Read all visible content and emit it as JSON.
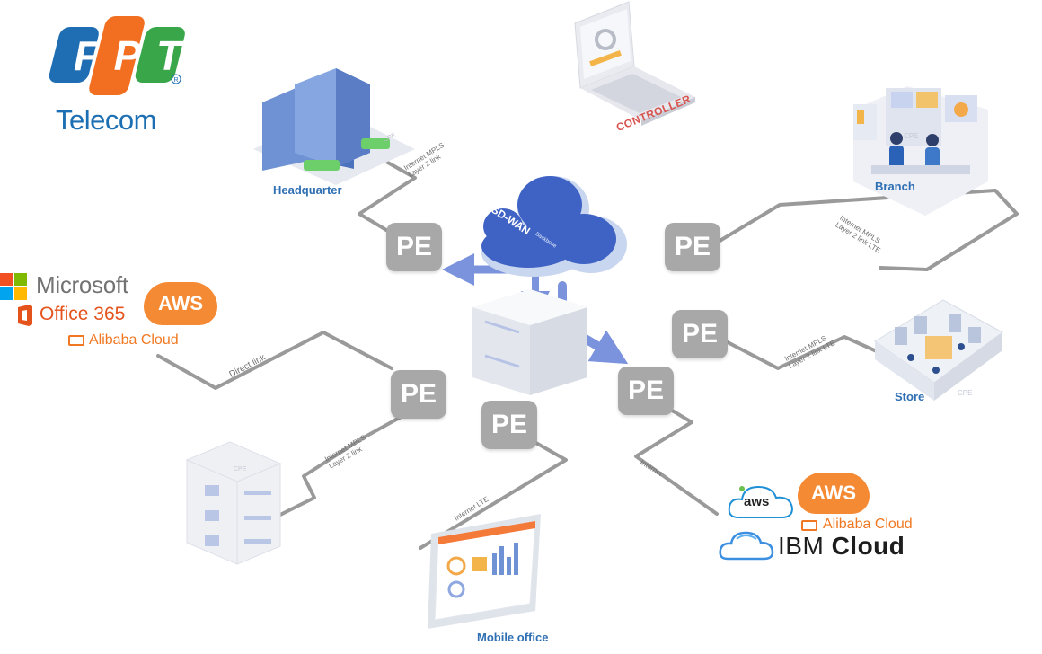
{
  "brand": {
    "logo_letters": "FPT",
    "name": "Telecom",
    "registered": "®"
  },
  "cloud": {
    "title": "SD-WAN",
    "subtitle": "Backbone"
  },
  "nodes": {
    "headquarter": "Headquarter",
    "controller": "CONTROLLER",
    "branch": "Branch",
    "store": "Store",
    "mobile_office": "Mobile office"
  },
  "cpe_label": "CPE",
  "pe_label": "PE",
  "links": {
    "headquarter": [
      "Internet MPLS",
      "Layer 2 link"
    ],
    "branch": [
      "Internet MPLS",
      "Layer 2 link LTE"
    ],
    "store": [
      "Internet MPLS",
      "Layer 2 link LTE"
    ],
    "left_cpe": [
      "Internet MPLS",
      "Layer 2 link"
    ],
    "direct": [
      "Direct link"
    ],
    "mobile": [
      "Internet  LTE"
    ],
    "internet": [
      "Internet"
    ]
  },
  "providers_left": {
    "microsoft": "Microsoft",
    "office365": "Office 365",
    "aws": "AWS",
    "alibaba": "Alibaba Cloud"
  },
  "providers_right": {
    "aws_small": "aws",
    "aws": "AWS",
    "alibaba": "Alibaba Cloud",
    "ibm_light": "IBM",
    "ibm_bold": "Cloud"
  },
  "colors": {
    "fpt_blue": "#1f6eb4",
    "fpt_orange": "#f26f21",
    "fpt_green": "#3aa64a",
    "pe_gray": "#a8a8a8",
    "line_gray": "#8e8e8e",
    "arrow_blue": "#7b92dc",
    "caption_blue": "#2f6fb3",
    "controller_red": "#d9534f",
    "aws_orange": "#f58a34"
  }
}
